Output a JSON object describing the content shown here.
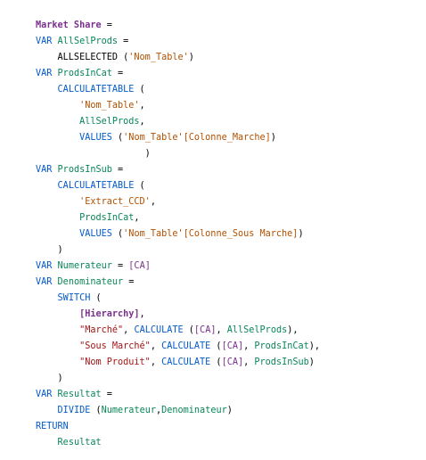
{
  "editor": {
    "language": "DAX",
    "lines": [
      [
        {
          "t": "Market Share",
          "k": "measure"
        },
        {
          "t": " =",
          "k": "plain"
        }
      ],
      [
        {
          "t": "VAR ",
          "k": "kw"
        },
        {
          "t": "AllSelProds",
          "k": "var"
        },
        {
          "t": " =",
          "k": "plain"
        }
      ],
      [
        {
          "t": "    ALLSELECTED (",
          "k": "plain"
        },
        {
          "t": "'Nom_Table'",
          "k": "strorange"
        },
        {
          "t": ")",
          "k": "plain"
        }
      ],
      [
        {
          "t": "VAR ",
          "k": "kw"
        },
        {
          "t": "ProdsInCat",
          "k": "var"
        },
        {
          "t": " =",
          "k": "plain"
        }
      ],
      [
        {
          "t": "    ",
          "k": "plain"
        },
        {
          "t": "CALCULATETABLE",
          "k": "fn"
        },
        {
          "t": " (",
          "k": "plain"
        }
      ],
      [
        {
          "t": "        ",
          "k": "plain"
        },
        {
          "t": "'Nom_Table'",
          "k": "strorange"
        },
        {
          "t": ",",
          "k": "plain"
        }
      ],
      [
        {
          "t": "        ",
          "k": "plain"
        },
        {
          "t": "AllSelProds",
          "k": "var"
        },
        {
          "t": ",",
          "k": "plain"
        }
      ],
      [
        {
          "t": "        ",
          "k": "plain"
        },
        {
          "t": "VALUES",
          "k": "fn"
        },
        {
          "t": " (",
          "k": "plain"
        },
        {
          "t": "'Nom_Table'[Colonne_Marche]",
          "k": "strorange"
        },
        {
          "t": ")",
          "k": "plain"
        }
      ],
      [
        {
          "t": "                    )",
          "k": "plain"
        }
      ],
      [
        {
          "t": "VAR ",
          "k": "kw"
        },
        {
          "t": "ProdsInSub",
          "k": "var"
        },
        {
          "t": " =",
          "k": "plain"
        }
      ],
      [
        {
          "t": "    ",
          "k": "plain"
        },
        {
          "t": "CALCULATETABLE",
          "k": "fn"
        },
        {
          "t": " (",
          "k": "plain"
        }
      ],
      [
        {
          "t": "        ",
          "k": "plain"
        },
        {
          "t": "'Extract_CCD'",
          "k": "strorange"
        },
        {
          "t": ",",
          "k": "plain"
        }
      ],
      [
        {
          "t": "        ",
          "k": "plain"
        },
        {
          "t": "ProdsInCat",
          "k": "var"
        },
        {
          "t": ",",
          "k": "plain"
        }
      ],
      [
        {
          "t": "        ",
          "k": "plain"
        },
        {
          "t": "VALUES",
          "k": "fn"
        },
        {
          "t": " (",
          "k": "plain"
        },
        {
          "t": "'Nom_Table'[Colonne_Sous Marche]",
          "k": "strorange"
        },
        {
          "t": ")",
          "k": "plain"
        }
      ],
      [
        {
          "t": "    )",
          "k": "plain"
        }
      ],
      [
        {
          "t": "VAR ",
          "k": "kw"
        },
        {
          "t": "Numerateur",
          "k": "var"
        },
        {
          "t": " = ",
          "k": "plain"
        },
        {
          "t": "[CA]",
          "k": "col"
        }
      ],
      [
        {
          "t": "VAR ",
          "k": "kw"
        },
        {
          "t": "Denominateur",
          "k": "var"
        },
        {
          "t": " =",
          "k": "plain"
        }
      ],
      [
        {
          "t": "    ",
          "k": "plain"
        },
        {
          "t": "SWITCH",
          "k": "fn"
        },
        {
          "t": " (",
          "k": "plain"
        }
      ],
      [
        {
          "t": "        ",
          "k": "plain"
        },
        {
          "t": "[Hierarchy]",
          "k": "measure"
        },
        {
          "t": ",",
          "k": "plain"
        }
      ],
      [
        {
          "t": "        ",
          "k": "plain"
        },
        {
          "t": "\"Marché\"",
          "k": "str"
        },
        {
          "t": ", ",
          "k": "plain"
        },
        {
          "t": "CALCULATE",
          "k": "fn"
        },
        {
          "t": " (",
          "k": "plain"
        },
        {
          "t": "[CA]",
          "k": "col"
        },
        {
          "t": ", ",
          "k": "plain"
        },
        {
          "t": "AllSelProds",
          "k": "var"
        },
        {
          "t": "),",
          "k": "plain"
        }
      ],
      [
        {
          "t": "        ",
          "k": "plain"
        },
        {
          "t": "\"Sous Marché\"",
          "k": "str"
        },
        {
          "t": ", ",
          "k": "plain"
        },
        {
          "t": "CALCULATE",
          "k": "fn"
        },
        {
          "t": " (",
          "k": "plain"
        },
        {
          "t": "[CA]",
          "k": "col"
        },
        {
          "t": ", ",
          "k": "plain"
        },
        {
          "t": "ProdsInCat",
          "k": "var"
        },
        {
          "t": "),",
          "k": "plain"
        }
      ],
      [
        {
          "t": "        ",
          "k": "plain"
        },
        {
          "t": "\"Nom Produit\"",
          "k": "str"
        },
        {
          "t": ", ",
          "k": "plain"
        },
        {
          "t": "CALCULATE",
          "k": "fn"
        },
        {
          "t": " (",
          "k": "plain"
        },
        {
          "t": "[CA]",
          "k": "col"
        },
        {
          "t": ", ",
          "k": "plain"
        },
        {
          "t": "ProdsInSub",
          "k": "var"
        },
        {
          "t": ")",
          "k": "plain"
        }
      ],
      [
        {
          "t": "    )",
          "k": "plain"
        }
      ],
      [
        {
          "t": "VAR ",
          "k": "kw"
        },
        {
          "t": "Resultat",
          "k": "var"
        },
        {
          "t": " =",
          "k": "plain"
        }
      ],
      [
        {
          "t": "    ",
          "k": "plain"
        },
        {
          "t": "DIVIDE",
          "k": "fn"
        },
        {
          "t": " (",
          "k": "plain"
        },
        {
          "t": "Numerateur",
          "k": "var"
        },
        {
          "t": ",",
          "k": "plain"
        },
        {
          "t": "Denominateur",
          "k": "var"
        },
        {
          "t": ")",
          "k": "plain"
        }
      ],
      [
        {
          "t": "RETURN",
          "k": "kw"
        }
      ],
      [
        {
          "t": "    ",
          "k": "plain"
        },
        {
          "t": "Resultat",
          "k": "var"
        }
      ]
    ]
  }
}
